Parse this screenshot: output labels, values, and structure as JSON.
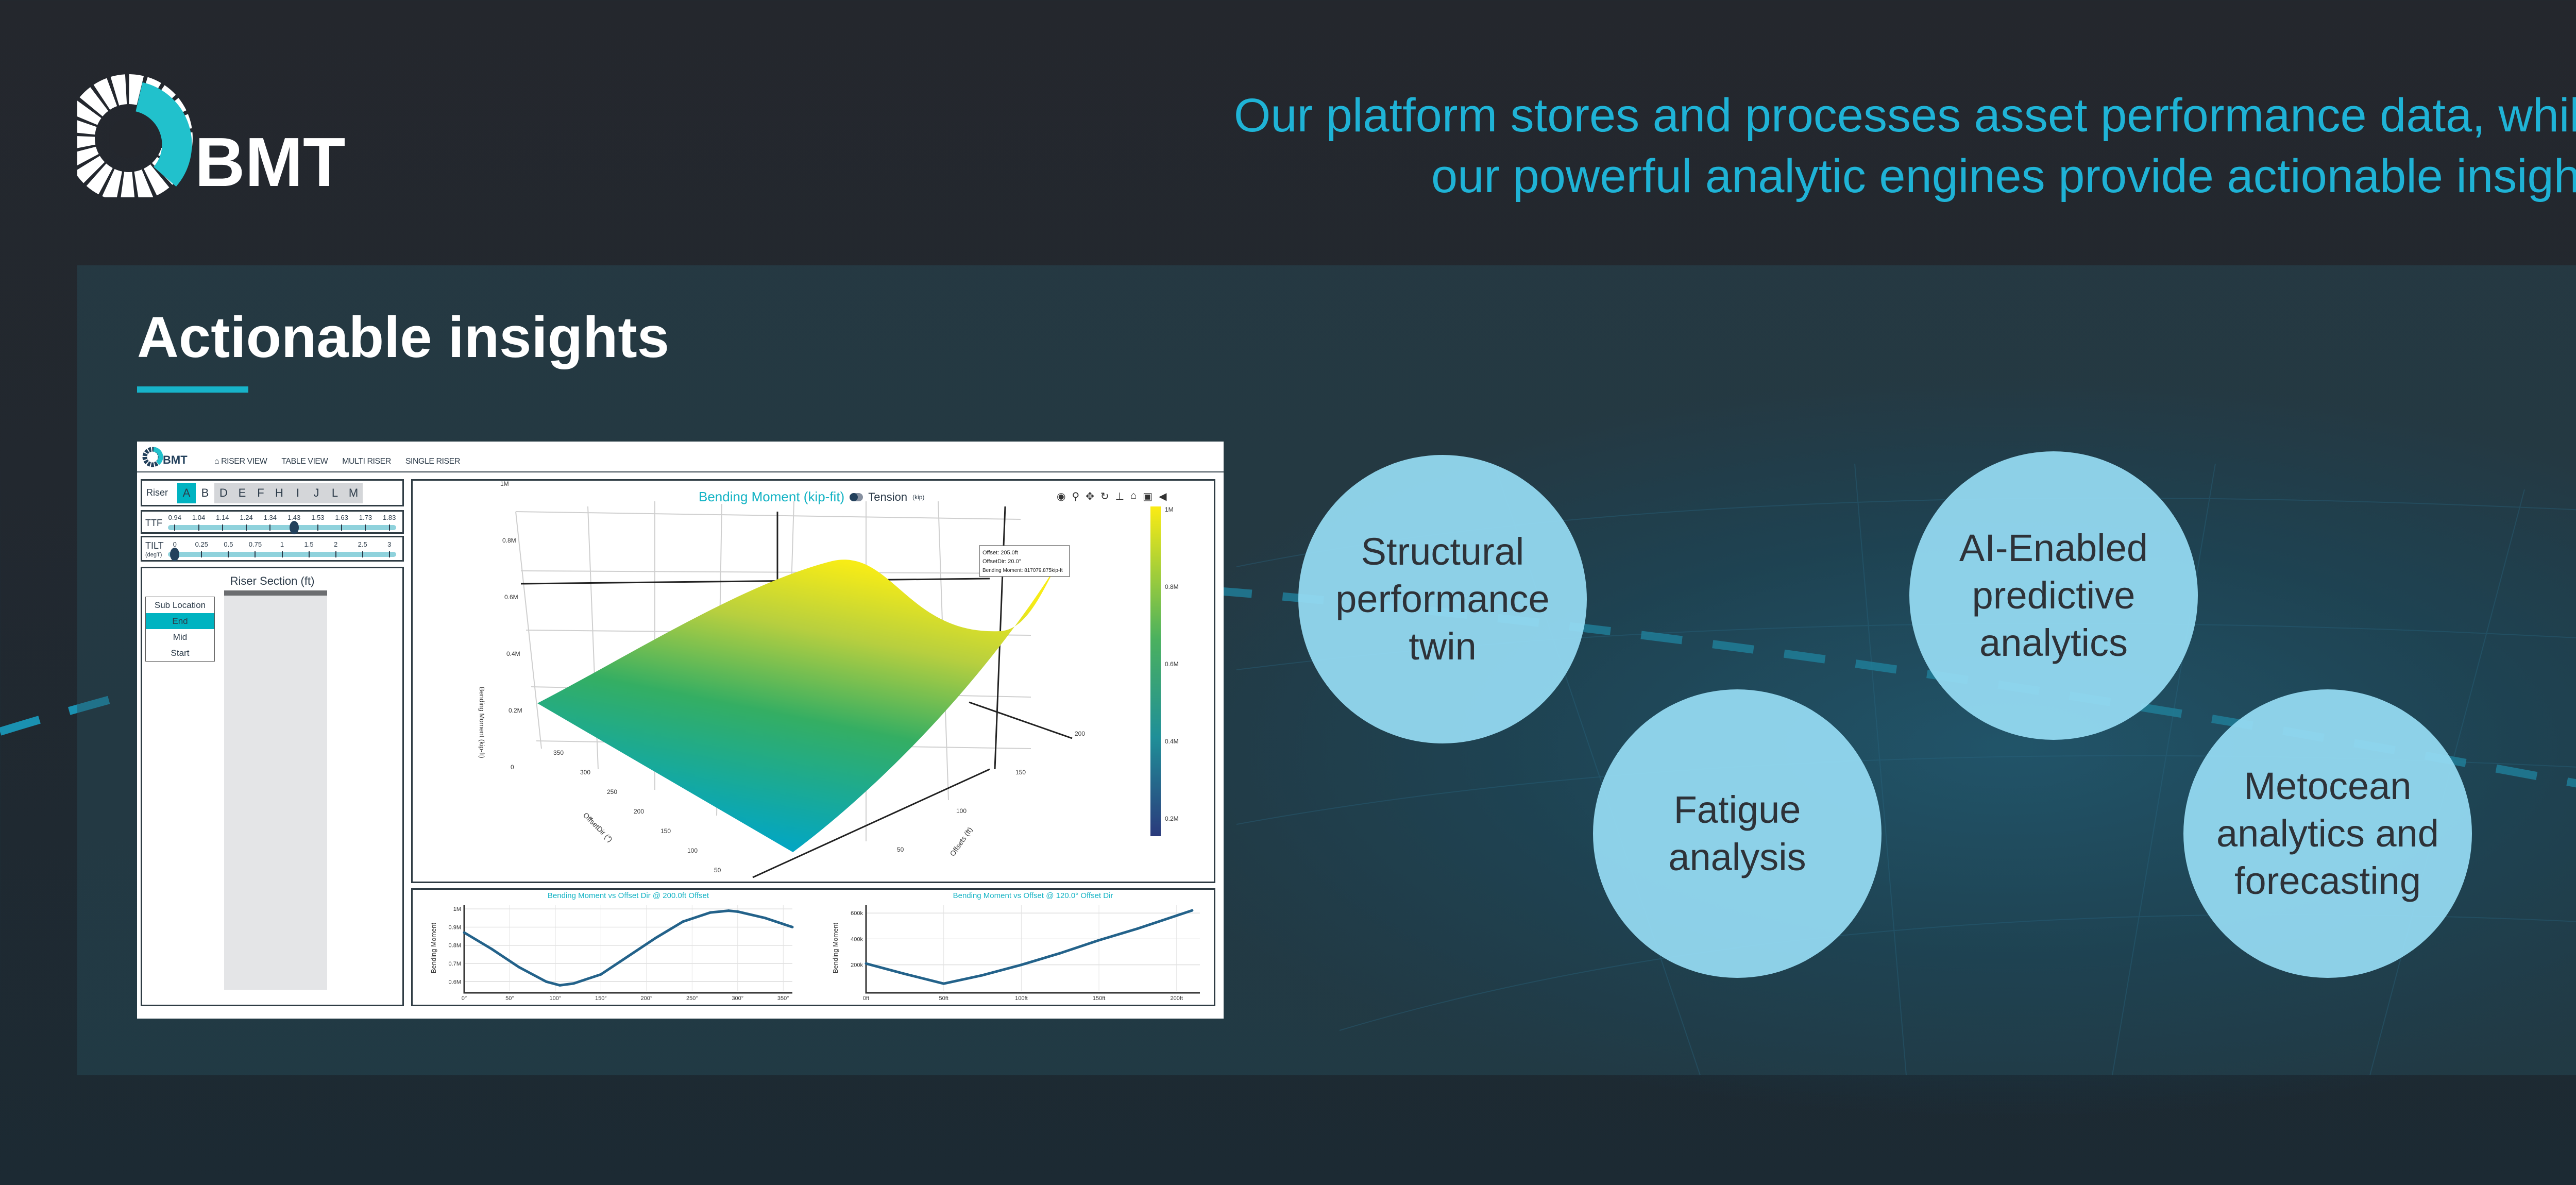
{
  "brand": {
    "logo_text": "BMT",
    "accent": "#1fb3d6"
  },
  "tagline": [
    "Our platform stores and processes asset performance data, while",
    "our powerful analytic engines provide actionable insight."
  ],
  "section": {
    "heading": "Actionable insights"
  },
  "features": [
    "Structural performance twin",
    "AI-Enabled predictive analytics",
    "Fatigue analysis",
    "Metocean analytics and forecasting"
  ],
  "dashboard": {
    "logo_text": "BMT",
    "nav": [
      "RISER VIEW",
      "TABLE VIEW",
      "MULTI RISER",
      "SINGLE RISER"
    ],
    "riser": {
      "label": "Riser",
      "options": [
        "A",
        "B",
        "D",
        "E",
        "F",
        "H",
        "I",
        "J",
        "L",
        "M"
      ],
      "selected": "A"
    },
    "ttf": {
      "label": "TTF",
      "ticks": [
        "0.94",
        "1.04",
        "1.14",
        "1.24",
        "1.34",
        "1.43",
        "1.53",
        "1.63",
        "1.73",
        "1.83"
      ],
      "value": 1.43
    },
    "tilt": {
      "label": "TILT",
      "unit": "(degT)",
      "ticks": [
        "0",
        "0.25",
        "0.5",
        "0.75",
        "1",
        "1.5",
        "2",
        "2.5",
        "3"
      ],
      "value": 0
    },
    "riser_section": {
      "title": "Riser Section (ft)",
      "sub_location_label": "Sub Location",
      "options": [
        "End",
        "Mid",
        "Start"
      ],
      "selected": "End"
    },
    "plot3d": {
      "title": "Bending Moment (kip-fit)",
      "toggle_label": "Tension",
      "toggle_unit": "(kip)",
      "toolbar": [
        "camera-icon",
        "zoom-icon",
        "pan-icon",
        "orbit-icon",
        "turntable-icon",
        "home-icon",
        "video-icon",
        "tag-icon"
      ],
      "z_axis_label": "Bending Moment (kip-ft)",
      "z_ticks": [
        "0",
        "0.2M",
        "0.4M",
        "0.6M",
        "0.8M",
        "1M"
      ],
      "x_axis_label": "OffsetDir (°)",
      "x_ticks": [
        "50",
        "100",
        "150",
        "200",
        "250",
        "300",
        "350"
      ],
      "y_axis_label": "Offsets (ft)",
      "y_ticks": [
        "50",
        "100",
        "150",
        "200"
      ],
      "colorbar_ticks": [
        "1M",
        "0.8M",
        "0.6M",
        "0.4M",
        "0.2M"
      ],
      "tooltip": [
        "Offset: 205.0ft",
        "OffsetDir: 20.0°",
        "Bending Moment: 817079.875kip-ft"
      ]
    }
  },
  "chart_data": [
    {
      "type": "line",
      "title": "Bending Moment vs Offset Dir @ 200.0ft Offset",
      "xlabel": "",
      "ylabel": "Bending Moment",
      "x": [
        0,
        30,
        60,
        90,
        105,
        120,
        150,
        180,
        210,
        240,
        270,
        290,
        300,
        330,
        360
      ],
      "values": [
        0.87,
        0.78,
        0.68,
        0.6,
        0.58,
        0.59,
        0.64,
        0.74,
        0.84,
        0.93,
        0.98,
        0.99,
        0.985,
        0.95,
        0.9
      ],
      "xlim": [
        0,
        360
      ],
      "ylim": [
        0.55,
        1.02
      ],
      "x_ticks": [
        0,
        50,
        100,
        150,
        200,
        250,
        300,
        350
      ],
      "x_tick_labels": [
        "0°",
        "50°",
        "100°",
        "150°",
        "200°",
        "250°",
        "300°",
        "350°"
      ],
      "y_ticks": [
        0.6,
        0.7,
        0.8,
        0.9,
        1.0
      ],
      "y_tick_labels": [
        "0.6M",
        "0.7M",
        "0.8M",
        "0.9M",
        "1M"
      ],
      "grid": true
    },
    {
      "type": "line",
      "title": "Bending Moment vs Offset @ 120.0° Offset Dir",
      "xlabel": "",
      "ylabel": "Bending Moment",
      "x": [
        0,
        25,
        50,
        75,
        100,
        125,
        150,
        175,
        200,
        210
      ],
      "values": [
        210000,
        130000,
        55000,
        120000,
        200000,
        290000,
        390000,
        480000,
        580000,
        620000
      ],
      "xlim": [
        0,
        215
      ],
      "ylim": [
        0,
        660000
      ],
      "x_ticks": [
        0,
        50,
        100,
        150,
        200
      ],
      "x_tick_labels": [
        "0ft",
        "50ft",
        "100ft",
        "150ft",
        "200ft"
      ],
      "y_ticks": [
        200000,
        400000,
        600000
      ],
      "y_tick_labels": [
        "200k",
        "400k",
        "600k"
      ],
      "grid": true
    }
  ]
}
